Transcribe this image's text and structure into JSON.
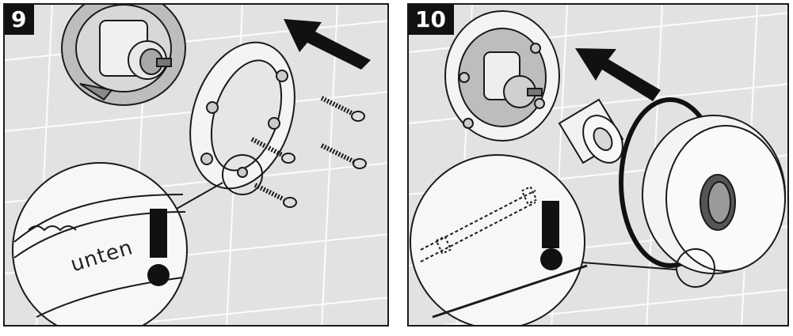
{
  "steps": [
    {
      "number": "9",
      "label_text": "unten"
    },
    {
      "number": "10"
    }
  ],
  "icons": {
    "warning": "exclamation-warning-icon",
    "direction": "arrow-icon"
  },
  "colors": {
    "line": "#1a1a1a",
    "wall": "#e2e2e2",
    "part_light": "#f4f4f4",
    "badge": "#111111"
  }
}
